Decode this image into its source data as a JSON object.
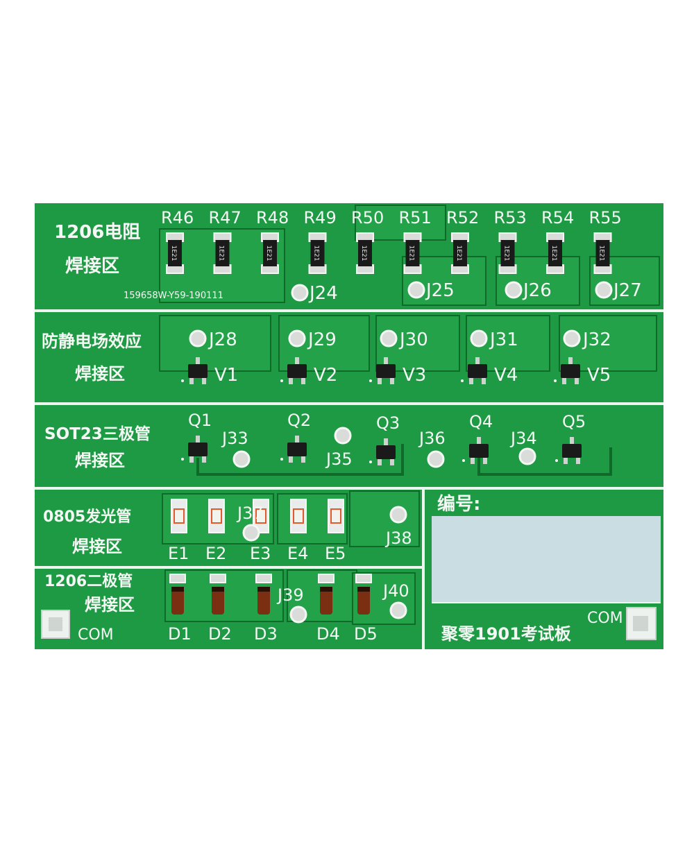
{
  "board": {
    "colors": {
      "board": "#1e9a45",
      "copper": "#23a24a",
      "silkscreen": "#f4f8f4",
      "pad": "#d9dcd9",
      "label_area": "#c9dde3"
    },
    "serial_code": "159658W-Y59-190111",
    "title": "聚零1901考试板",
    "number_label": "编号:",
    "com_left": "COM",
    "com_right": "COM"
  },
  "sections": [
    {
      "line1": "1206电阻",
      "line2": "焊接区"
    },
    {
      "line1": "防静电场效应",
      "line2": "焊接区"
    },
    {
      "line1": "SOT23三极管",
      "line2": "焊接区"
    },
    {
      "line1": "0805发光管",
      "line2": "焊接区"
    },
    {
      "line1": "1206二极管",
      "line2": "焊接区"
    }
  ],
  "resistors": [
    "R46",
    "R47",
    "R48",
    "R49",
    "R50",
    "R51",
    "R52",
    "R53",
    "R54",
    "R55"
  ],
  "resistor_code": "1E21",
  "resistor_test_points": [
    "J24",
    "J25",
    "J26",
    "J27"
  ],
  "mosfets": [
    {
      "test_point": "J28",
      "part": "V1"
    },
    {
      "test_point": "J29",
      "part": "V2"
    },
    {
      "test_point": "J30",
      "part": "V3"
    },
    {
      "test_point": "J31",
      "part": "V4"
    },
    {
      "test_point": "J32",
      "part": "V5"
    }
  ],
  "transistors": [
    "Q1",
    "Q2",
    "Q3",
    "Q4",
    "Q5"
  ],
  "transistor_test_points": [
    "J33",
    "J35",
    "J36",
    "J34"
  ],
  "leds": [
    "E1",
    "E2",
    "E3",
    "E4",
    "E5"
  ],
  "led_test_points": [
    "J37",
    "J38"
  ],
  "diodes": [
    "D1",
    "D2",
    "D3",
    "D4",
    "D5"
  ],
  "diode_test_points": [
    "J39",
    "J40"
  ]
}
